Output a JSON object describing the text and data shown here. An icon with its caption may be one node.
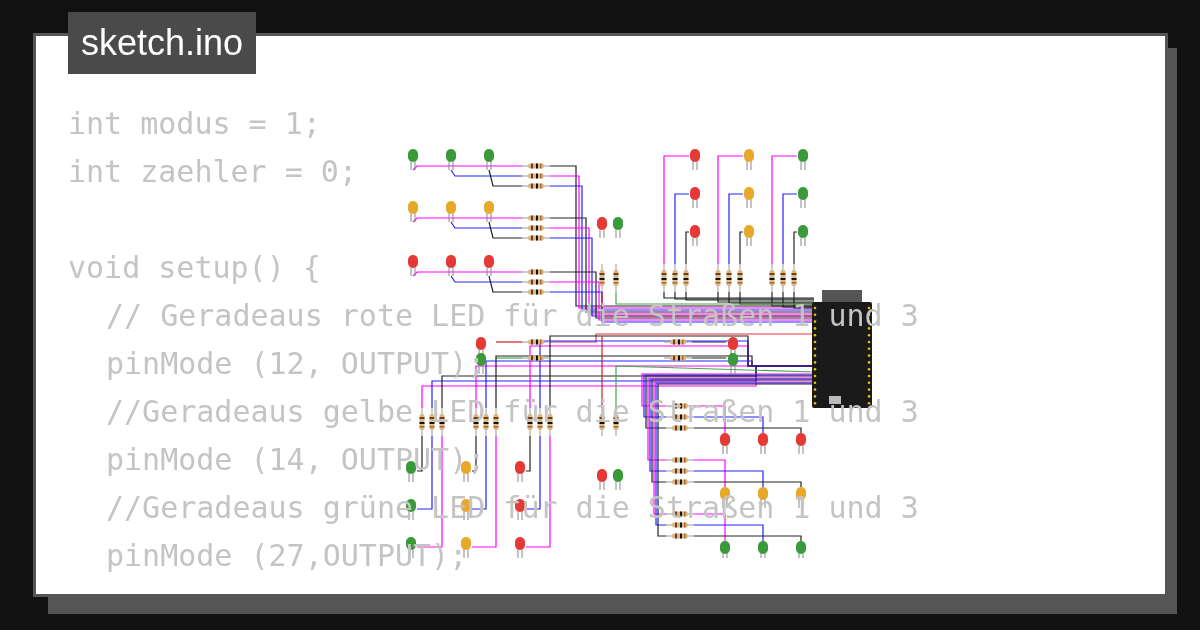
{
  "diagram": {
    "title": "sketch.ino",
    "labels": [
      "int modus = 1;",
      "int zaehler = 0;",
      "void setup() {",
      "// Geradeaus rote LED für die Straßen 1 und 3",
      "pinMode (12, OUTPUT);",
      "//Geradeaus gelbe LED für die Straßen 1 und 3",
      "pinMode (14, OUTPUT);",
      "//Geradeaus grüne LED für die Straßen 1 und 3",
      "pinMode (27,OUTPUT);"
    ]
  }
}
